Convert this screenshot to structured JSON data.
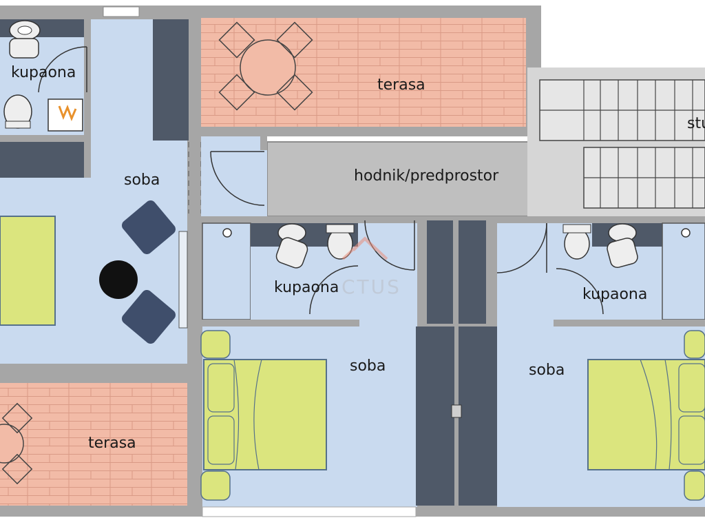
{
  "labels": {
    "kupaona_top_left": "kupaona",
    "terasa_top": "terasa",
    "soba_left": "soba",
    "hodnik": "hodnik/predprostor",
    "stairs_partial": "stu",
    "kupaona_center": "kupaona",
    "kupaona_right": "kupaona",
    "soba_center": "soba",
    "soba_right": "soba",
    "terasa_bottom": "terasa"
  },
  "watermark": "CTUS",
  "colors": {
    "room": "#c9daef",
    "terrace": "#f2bba7",
    "wall": "#a6a6a6",
    "wall_dark": "#4f5968",
    "corridor": "#bfbfbf",
    "stairs": "#d6d6d6",
    "bed": "#dbe57e",
    "armchair": "#3f4e6b",
    "fixture": "#eeeeee",
    "table_black": "#111111"
  }
}
